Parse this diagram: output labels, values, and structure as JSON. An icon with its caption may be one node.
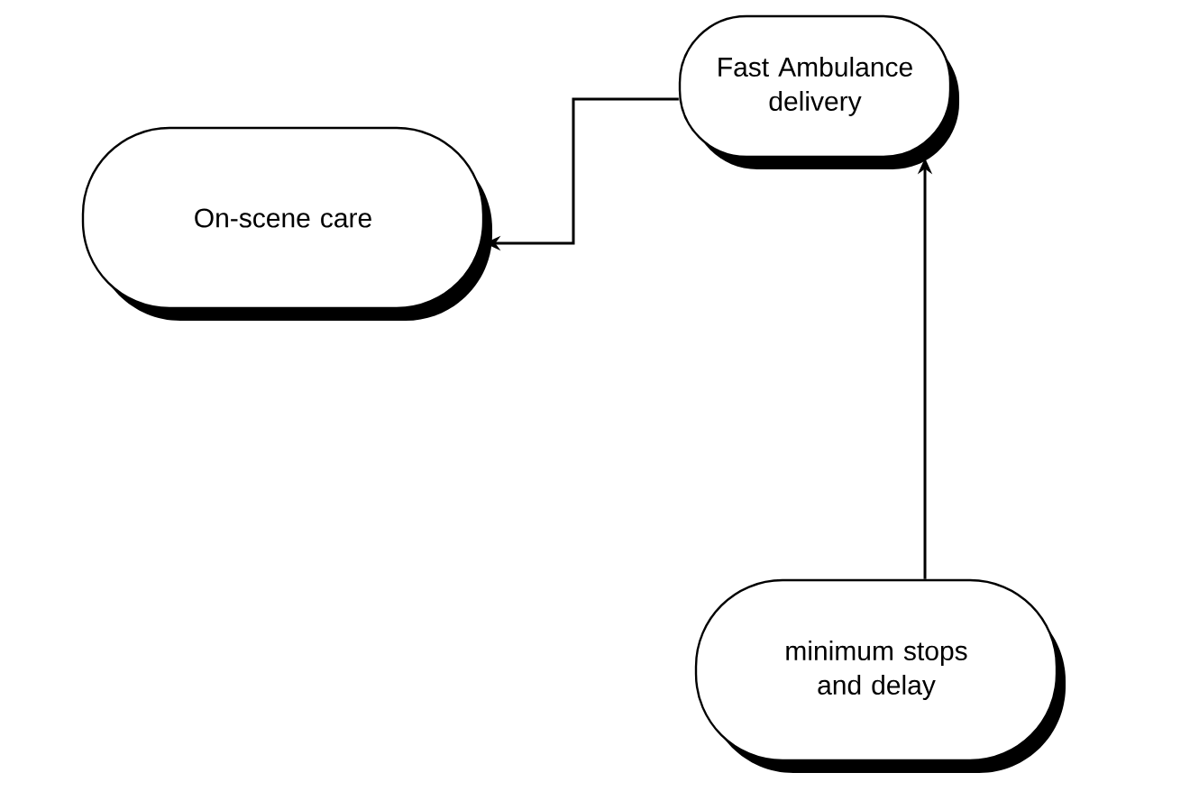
{
  "diagram": {
    "nodes": [
      {
        "text": [
          "Fast Ambulance delivery"
        ]
      },
      {
        "text": [
          "On-scene care"
        ]
      },
      {
        "text": [
          "minimum stops and delay"
        ]
      }
    ],
    "edges": [
      {
        "from": 0,
        "to": 1,
        "arrow": "to"
      },
      {
        "from": 2,
        "to": 0,
        "arrow": "to"
      }
    ]
  }
}
